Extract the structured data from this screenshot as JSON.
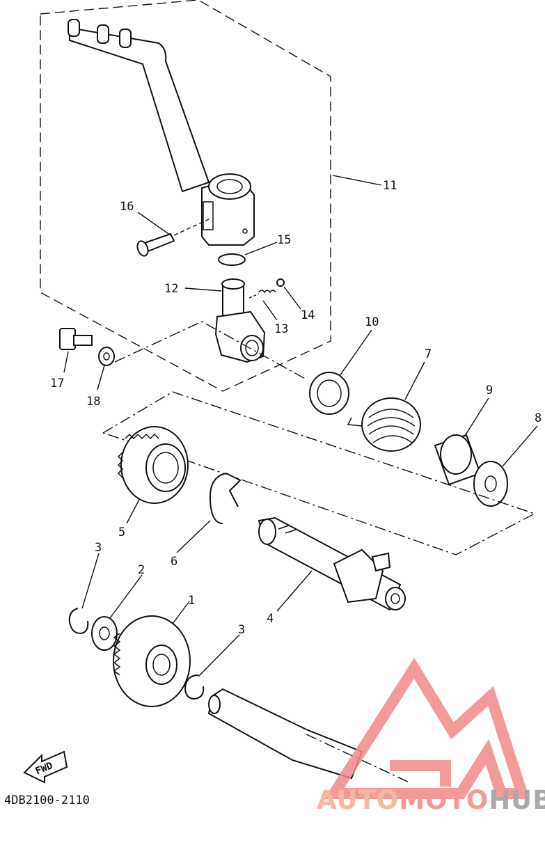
{
  "diagram": {
    "callouts": [
      "1",
      "2",
      "3",
      "3",
      "4",
      "5",
      "6",
      "7",
      "8",
      "9",
      "10",
      "11",
      "12",
      "13",
      "14",
      "15",
      "16",
      "17",
      "18"
    ],
    "fwd_label": "FWD",
    "drawing_code": "4DB2100-2110"
  },
  "watermark": {
    "part1": "AUTO",
    "part2": "MOTO",
    "part3": "HUB",
    "colors": {
      "auto": "#f4b9a0",
      "moto": "#f29a98",
      "hub": "#a9a9a9",
      "logo": "#f08a88"
    }
  }
}
